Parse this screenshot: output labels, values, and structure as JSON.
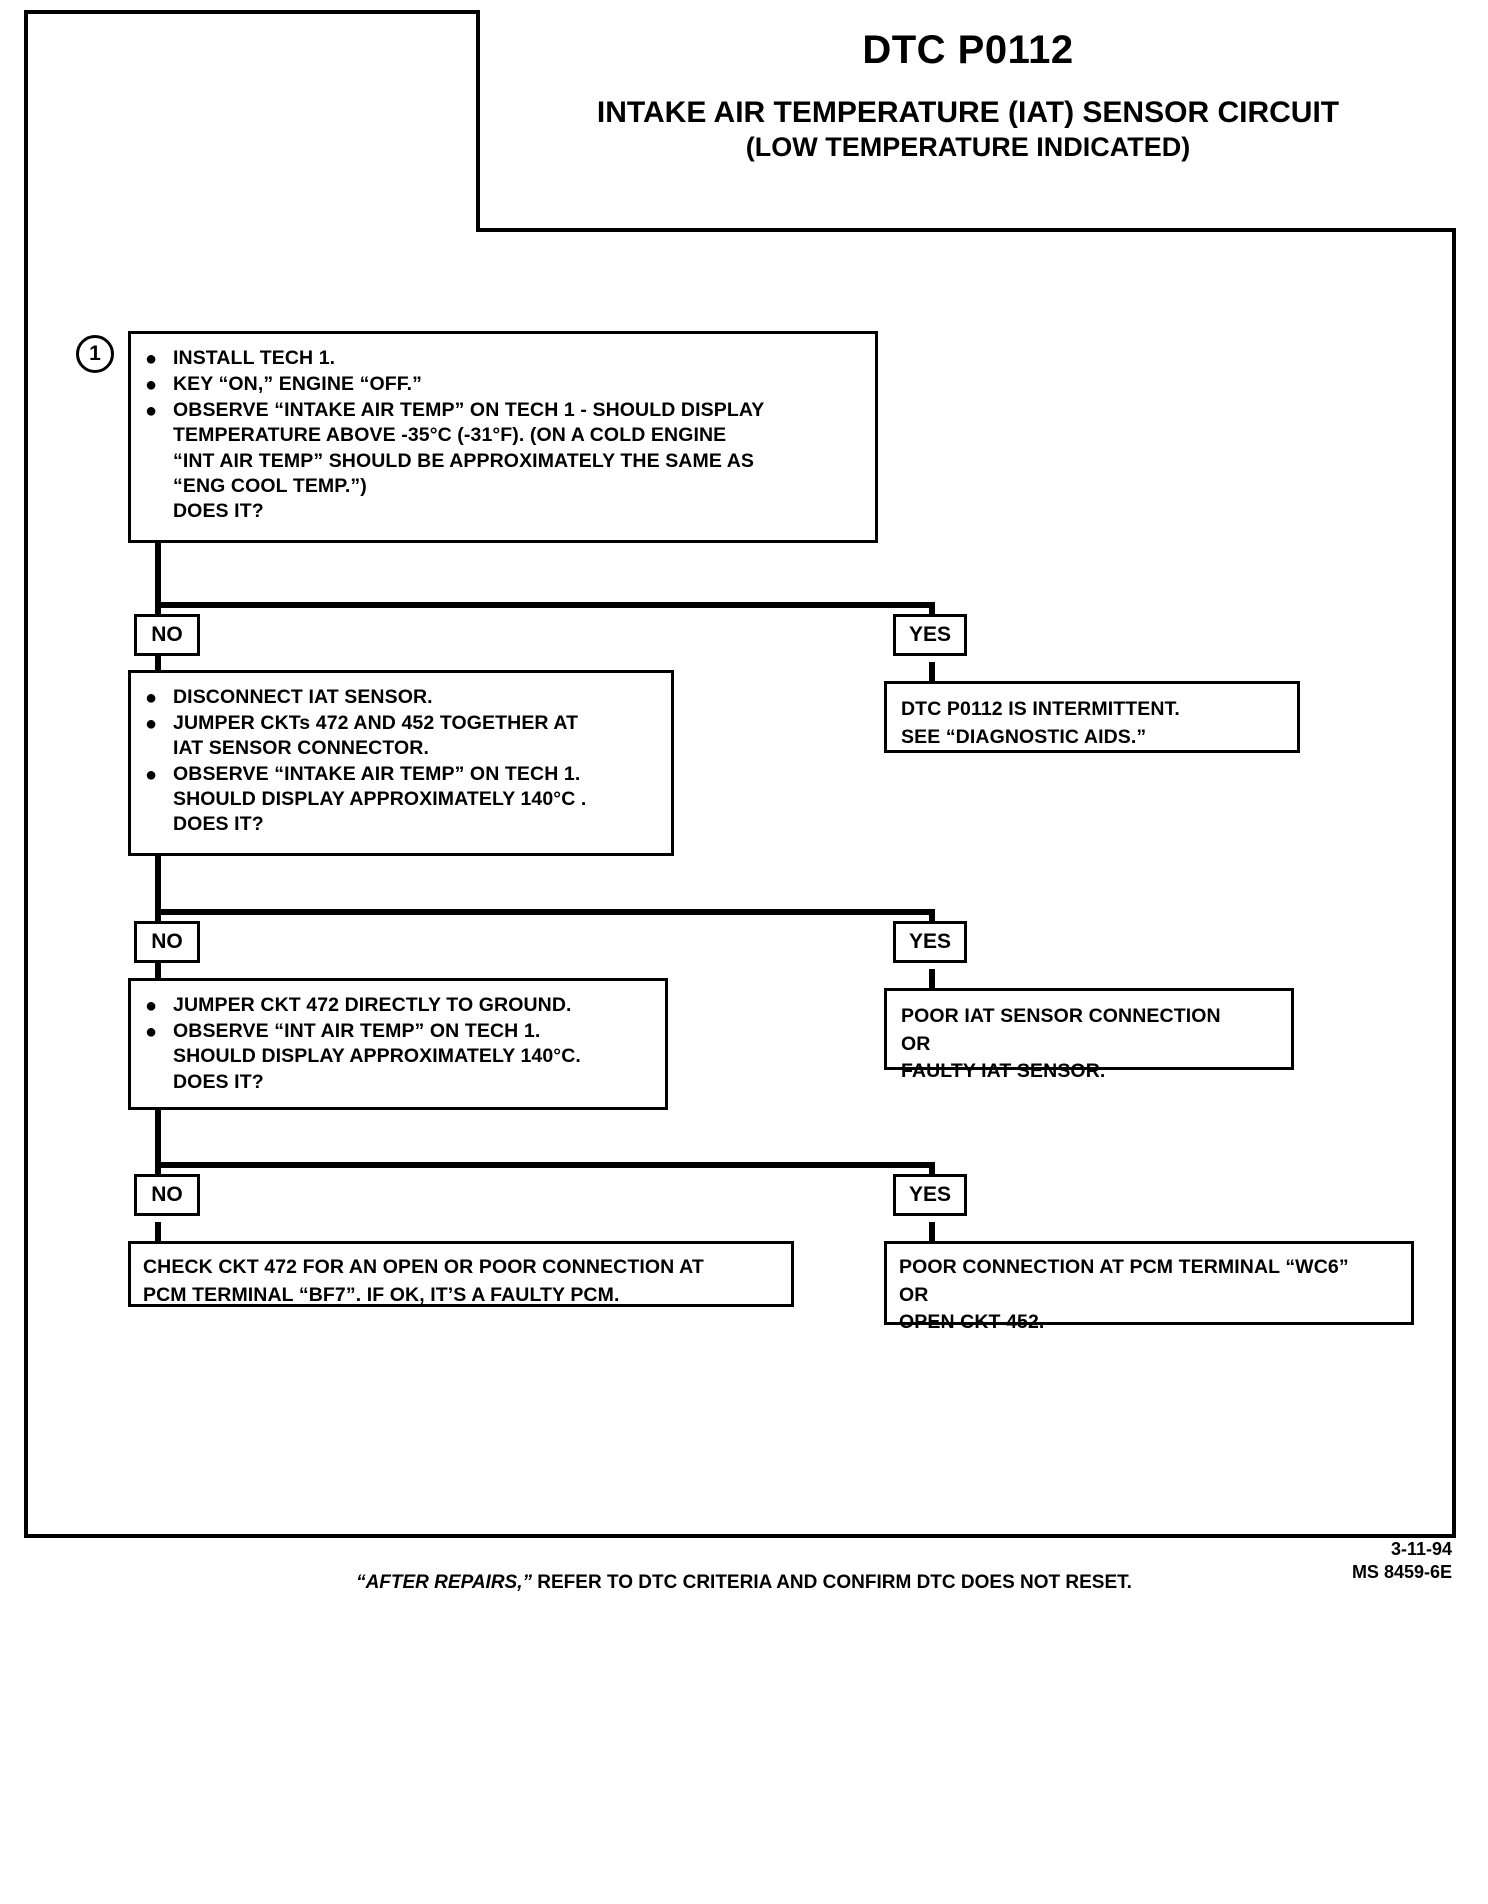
{
  "header": {
    "dtc_title": "DTC P0112",
    "circuit_title": "INTAKE AIR TEMPERATURE (IAT) SENSOR CIRCUIT",
    "condition_title": "(LOW TEMPERATURE INDICATED)"
  },
  "step1": {
    "number": "1",
    "bullets": [
      "INSTALL TECH 1.",
      "KEY “ON,” ENGINE “OFF.”",
      "OBSERVE “INTAKE AIR TEMP” ON TECH 1 - SHOULD DISPLAY\nTEMPERATURE ABOVE -35°C (-31°F).  (ON A COLD ENGINE\n“INT AIR TEMP” SHOULD BE APPROXIMATELY THE SAME AS\n“ENG COOL TEMP.”)\nDOES IT?"
    ]
  },
  "step2": {
    "bullets": [
      "DISCONNECT IAT SENSOR.",
      "JUMPER CKTs 472 AND 452 TOGETHER AT\nIAT SENSOR CONNECTOR.",
      "OBSERVE “INTAKE AIR TEMP” ON TECH 1.\nSHOULD DISPLAY APPROXIMATELY 140°C .\nDOES IT?"
    ]
  },
  "step3": {
    "bullets": [
      "JUMPER CKT 472 DIRECTLY TO GROUND.",
      "OBSERVE “INT AIR TEMP” ON TECH 1.\nSHOULD DISPLAY APPROXIMATELY 140°C.\nDOES IT?"
    ]
  },
  "branch_labels": {
    "no1": "NO",
    "yes1": "YES",
    "no2": "NO",
    "yes2": "YES",
    "no3": "NO",
    "yes3": "YES"
  },
  "results": {
    "yes1": "DTC P0112 IS INTERMITTENT.\nSEE “DIAGNOSTIC AIDS.”",
    "yes2": "POOR IAT SENSOR CONNECTION\nOR\nFAULTY IAT SENSOR.",
    "no3": "CHECK CKT 472 FOR AN OPEN OR POOR CONNECTION AT\nPCM TERMINAL “BF7”.  IF OK, IT’S A FAULTY PCM.",
    "yes3": "POOR CONNECTION AT PCM TERMINAL “WC6”\nOR\nOPEN CKT 452."
  },
  "footer": {
    "note_italic": "“AFTER REPAIRS,”",
    "note_rest": " REFER TO DTC CRITERIA  AND CONFIRM DTC DOES NOT RESET.",
    "date": "3-11-94",
    "doc_code": "MS 8459-6E"
  },
  "colors": {
    "ink": "#000000",
    "paper": "#ffffff"
  }
}
